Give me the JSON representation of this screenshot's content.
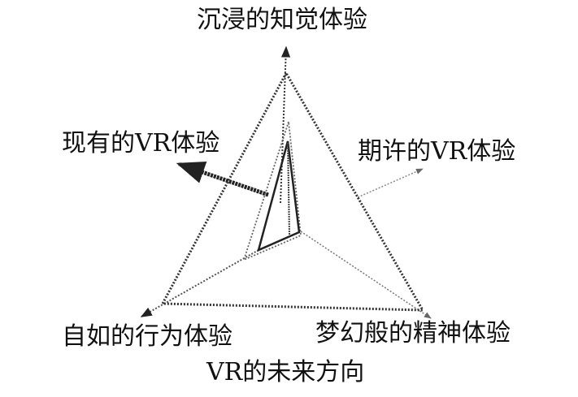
{
  "labels": {
    "top": "沉浸的知觉体验",
    "current_vr": "现有的VR体验",
    "expected_vr": "期许的VR体验",
    "free_action": "自如的行为体验",
    "dreamlike_mental": "梦幻般的精神体验",
    "caption": "VR的未来方向"
  }
}
